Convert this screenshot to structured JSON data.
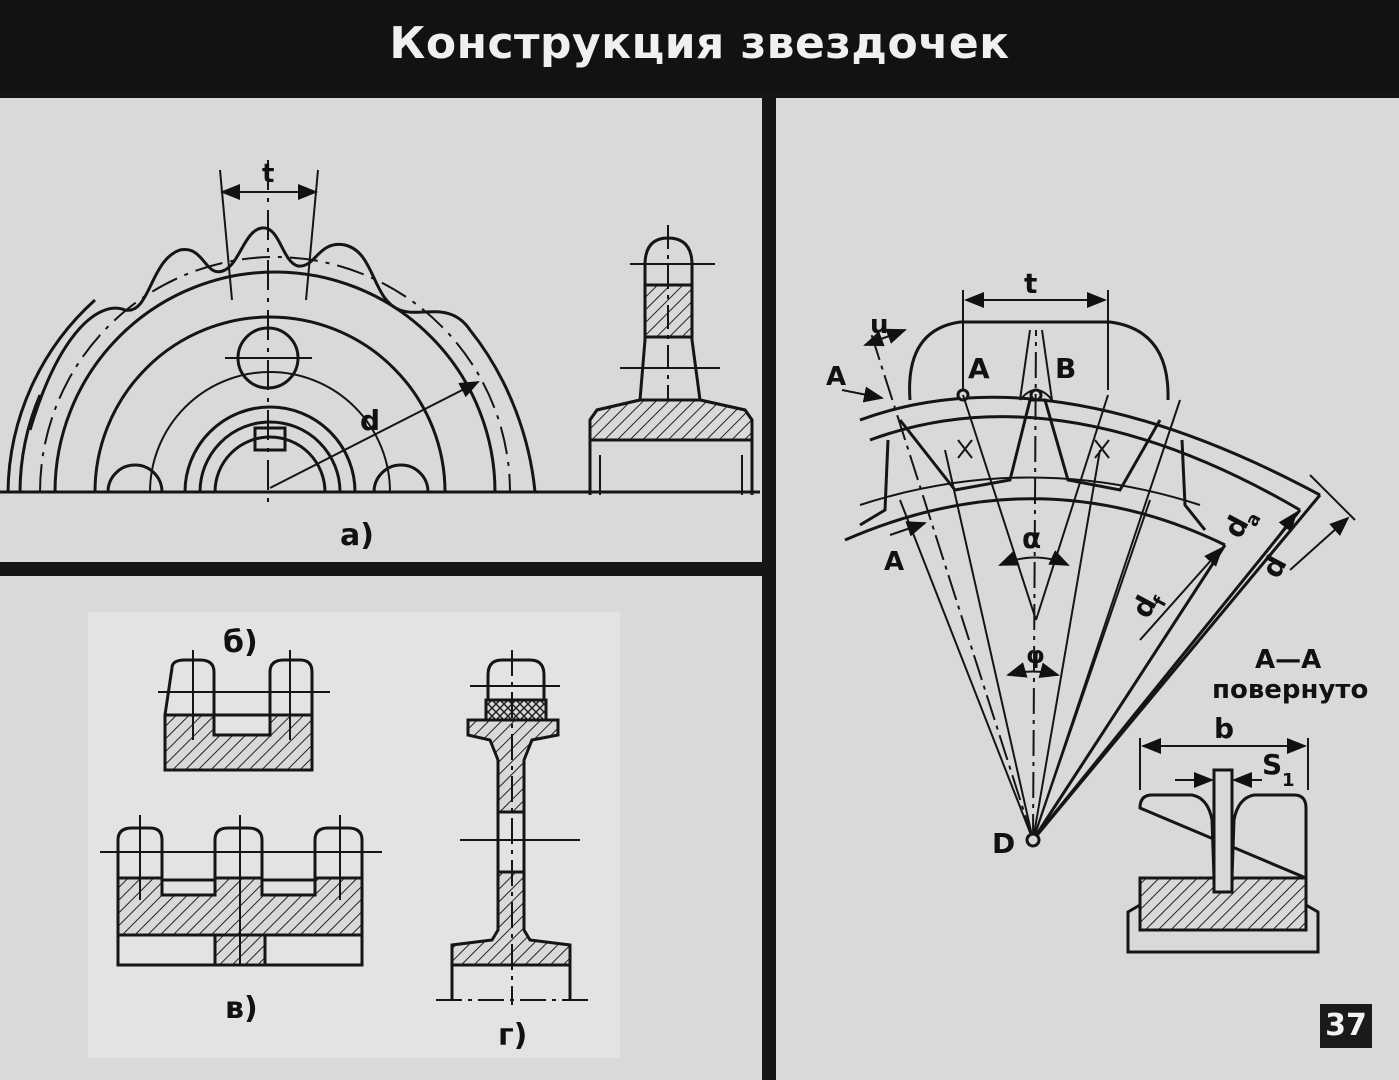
{
  "title": "Конструкция звездочек",
  "page_number": "37",
  "panel_a": {
    "caption": "а)",
    "pitch_label": "t",
    "diameter_label": "d"
  },
  "panel_b": {
    "caption": "б)"
  },
  "panel_v": {
    "caption": "в)"
  },
  "panel_g": {
    "caption": "г)"
  },
  "profile": {
    "pitch_label": "t",
    "u_label": "u",
    "section_label": "A",
    "point_a": "A",
    "point_b": "B",
    "point_d": "D",
    "alpha_label": "α",
    "phi_label": "φ",
    "da_label": "d",
    "da_sub": "a",
    "df_label": "d",
    "df_sub": "f",
    "d_label": "d"
  },
  "section_aa": {
    "title": "А—А",
    "subtitle": "повернуто",
    "width_label": "b",
    "s_label": "S",
    "s_sub": "1"
  }
}
